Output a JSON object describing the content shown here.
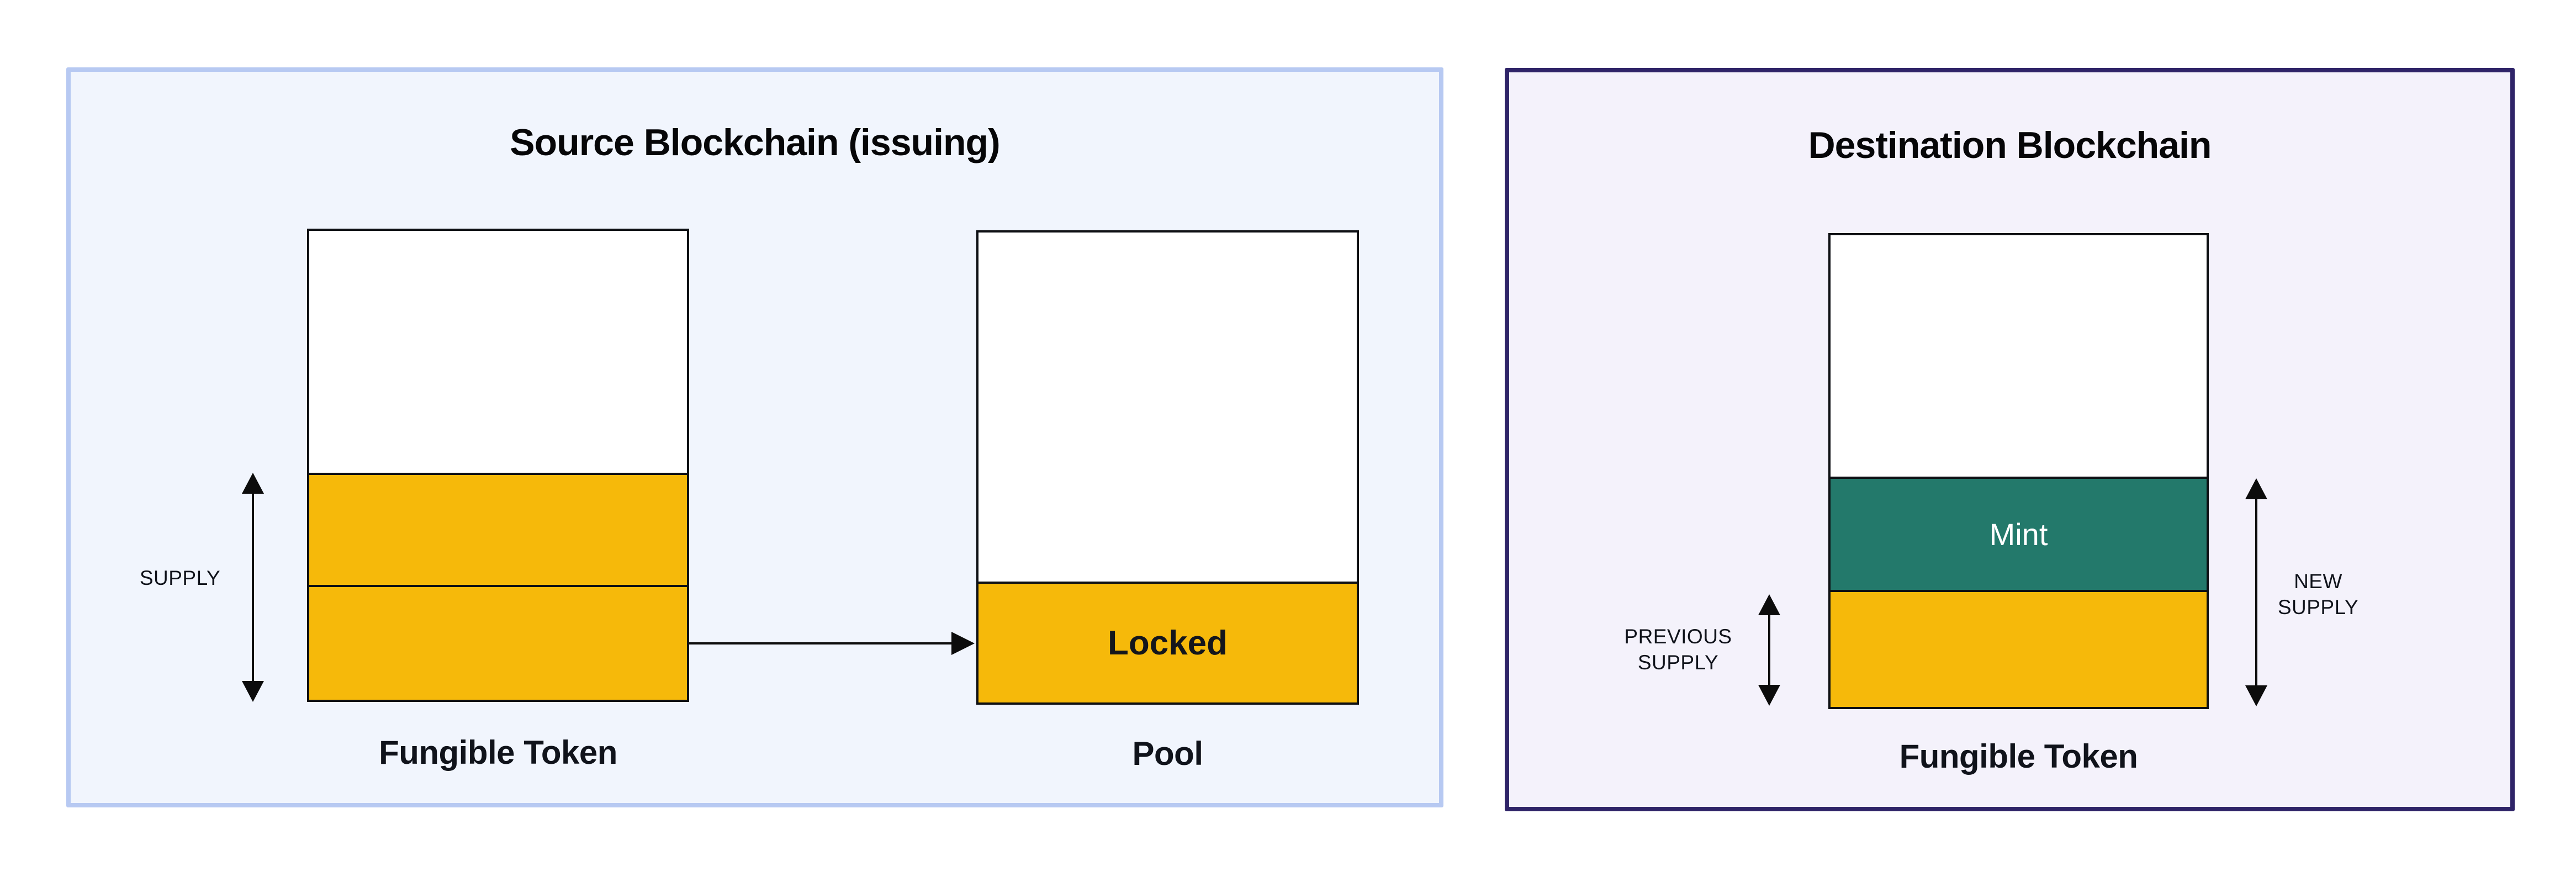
{
  "source_panel": {
    "title": "Source Blockchain (issuing)",
    "supply_label": "SUPPLY",
    "fungible_token_label": "Fungible Token",
    "pool_label": "Pool",
    "locked_label": "Locked",
    "ft_segments": [
      {
        "name": "empty-headroom",
        "height": "51.6%",
        "color": "#ffffff"
      },
      {
        "name": "supply-upper",
        "height": "23.9%",
        "color": "#f6b90a"
      },
      {
        "name": "supply-lower",
        "height": "24.5%",
        "color": "#f6b90a"
      }
    ],
    "pool_segments": [
      {
        "name": "pool-empty",
        "height": "74.3%",
        "color": "#ffffff"
      },
      {
        "name": "locked",
        "height": "25.7%",
        "color": "#f6b90a"
      }
    ]
  },
  "dest_panel": {
    "title": "Destination Blockchain",
    "mint_label": "Mint",
    "fungible_token_label": "Fungible Token",
    "previous_supply": {
      "line1": "PREVIOUS",
      "line2": "SUPPLY"
    },
    "new_supply": {
      "line1": "NEW",
      "line2": "SUPPLY"
    },
    "segments": [
      {
        "name": "empty-headroom",
        "height": "51.2%",
        "color": "#ffffff"
      },
      {
        "name": "mint",
        "height": "24.0%",
        "color": "#23796b"
      },
      {
        "name": "previous-supply",
        "height": "24.8%",
        "color": "#f6b90a"
      }
    ]
  },
  "colors": {
    "page_bg": "#ffffff",
    "source_panel_bg": "#f1f5fd",
    "source_panel_border": "#b7c9f2",
    "dest_panel_bg": "#f4f2fb",
    "dest_panel_border": "#2f2468",
    "token_yellow": "#f6b90a",
    "mint_teal": "#23796b",
    "bar_outline": "#0e1014",
    "arrow": "#0c0c0c",
    "title_text": "#060608",
    "label_text": "#10131b",
    "locked_text": "#14161c",
    "mint_text": "#ffffff"
  }
}
